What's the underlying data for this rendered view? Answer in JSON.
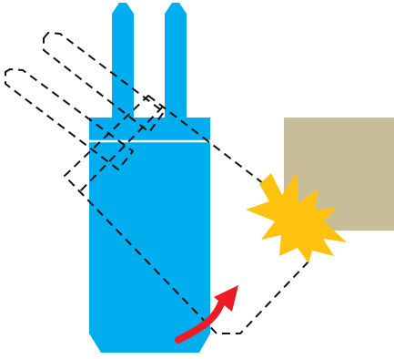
{
  "diagram": {
    "colors": {
      "component": "#00aeef",
      "obstacle": "#c8bd9a",
      "impact": "#ffc20e",
      "arrow": "#ed1c24",
      "outline": "#111111",
      "divider": "#ffffff"
    },
    "elements": {
      "component": "blue-component-upright",
      "tilted_positions": 2,
      "obstacle": "obstacle-block",
      "impact": "collision-burst",
      "rotation": "rotation-arrow"
    }
  }
}
